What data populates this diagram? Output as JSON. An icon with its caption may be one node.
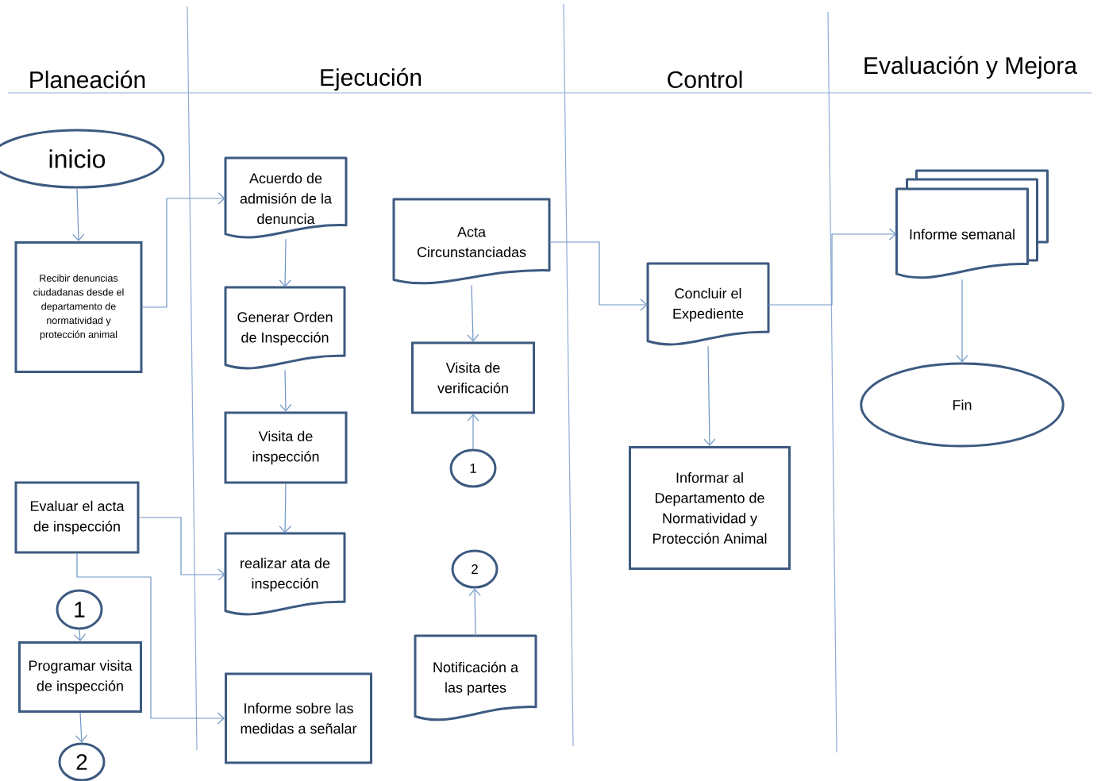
{
  "diagram": {
    "nodes": [
      {
        "text": [
          "inicio"
        ]
      },
      {
        "text": [
          "Recibir denuncias ciudadanas desde el departamento de normatividad y protección animal"
        ]
      },
      {
        "text": [
          "Evaluar el acta de inspección"
        ]
      },
      {
        "text": [
          "1"
        ]
      },
      {
        "text": [
          "Programar visita de inspección"
        ]
      },
      {
        "text": [
          "2"
        ]
      },
      {
        "text": [
          "Acuerdo de admisión de la denuncia"
        ]
      },
      {
        "text": [
          "Generar Orden de Inspección"
        ]
      },
      {
        "text": [
          "Visita de inspección"
        ]
      },
      {
        "text": [
          "realizar ata de inspección"
        ]
      },
      {
        "text": [
          "Informe sobre las medidas a señalar"
        ]
      },
      {
        "text": [
          "Acta Circunstanciadas"
        ]
      },
      {
        "text": [
          "Visita de verificación"
        ]
      },
      {
        "text": [
          "1"
        ]
      },
      {
        "text": [
          "2"
        ]
      },
      {
        "text": [
          "Notificación a las partes"
        ]
      },
      {
        "text": [
          "Concluir el Expediente"
        ]
      },
      {
        "text": [
          "Informar al Departamento de Normatividad y Protección Animal"
        ]
      },
      {
        "text": [
          "Informe semanal"
        ]
      },
      {
        "text": [
          "Fin"
        ]
      }
    ],
    "edges": [
      {
        "from": 0,
        "to": 1,
        "arrow": "to"
      },
      {
        "from": 1,
        "to": 6,
        "arrow": "to"
      },
      {
        "from": 6,
        "to": 7,
        "arrow": "to"
      },
      {
        "from": 7,
        "to": 8,
        "arrow": "to"
      },
      {
        "from": 8,
        "to": 9,
        "arrow": "to"
      },
      {
        "from": 2,
        "to": 9,
        "arrow": "to"
      },
      {
        "from": 2,
        "to": 10,
        "arrow": "to"
      },
      {
        "from": 3,
        "to": 4,
        "arrow": "to"
      },
      {
        "from": 4,
        "to": 5,
        "arrow": "to"
      },
      {
        "from": 11,
        "to": 12,
        "arrow": "to"
      },
      {
        "from": 13,
        "to": 12,
        "arrow": "to"
      },
      {
        "from": 15,
        "to": 14,
        "arrow": "to"
      },
      {
        "from": 11,
        "to": 16,
        "arrow": "to"
      },
      {
        "from": 16,
        "to": 17,
        "arrow": "to"
      },
      {
        "from": 16,
        "to": 18,
        "arrow": "to"
      },
      {
        "from": 18,
        "to": 19,
        "arrow": "to"
      }
    ],
    "labels": [
      "Planeación",
      "Ejecución",
      "Control",
      "Evaluación y Mejora"
    ]
  }
}
